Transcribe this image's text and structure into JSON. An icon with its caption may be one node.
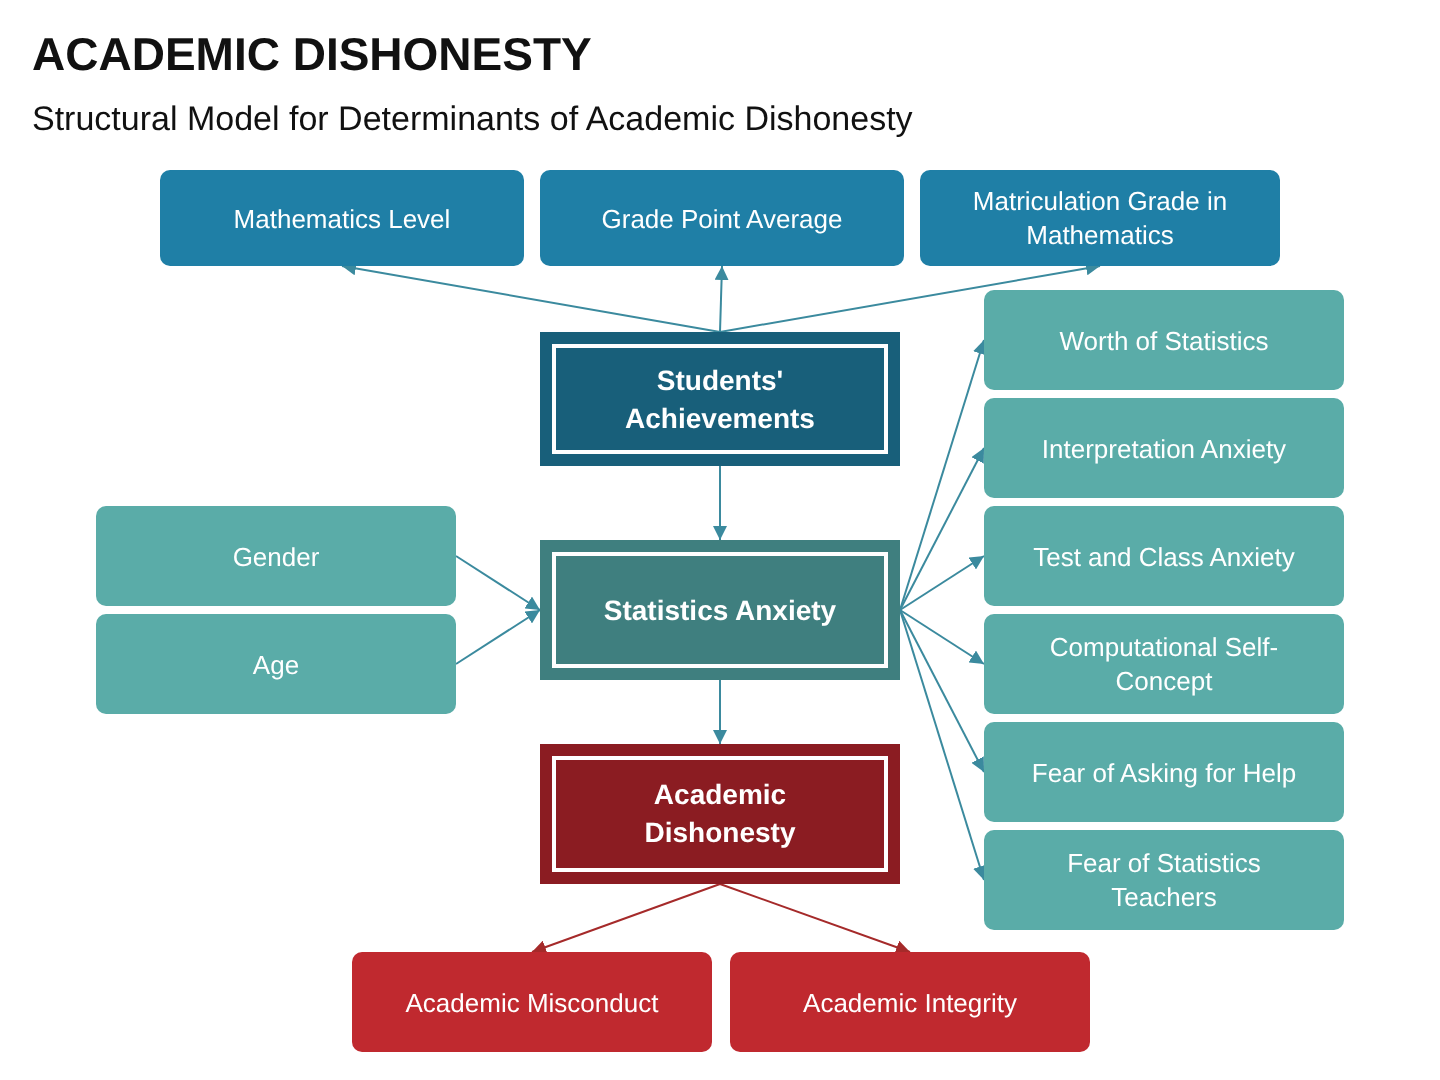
{
  "diagram": {
    "title": "ACADEMIC DISHONESTY",
    "caption": "Structural Model for Determinants of Academic Dishonesty",
    "nodes": [
      {
        "text": [
          "Mathematics Level"
        ]
      },
      {
        "text": [
          "Grade Point Average"
        ]
      },
      {
        "text": [
          "Matriculation Grade in Mathematics"
        ]
      },
      {
        "text": [
          "Students' Achievements"
        ]
      },
      {
        "text": [
          "Gender"
        ]
      },
      {
        "text": [
          "Age"
        ]
      },
      {
        "text": [
          "Statistics Anxiety"
        ]
      },
      {
        "text": [
          "Worth of Statistics"
        ]
      },
      {
        "text": [
          "Interpretation Anxiety"
        ]
      },
      {
        "text": [
          "Test and Class Anxiety"
        ]
      },
      {
        "text": [
          "Computational Self-Concept"
        ]
      },
      {
        "text": [
          "Fear of Asking for Help"
        ]
      },
      {
        "text": [
          "Fear of Statistics Teachers"
        ]
      },
      {
        "text": [
          "Academic Dishonesty"
        ]
      },
      {
        "text": [
          "Academic Misconduct"
        ]
      },
      {
        "text": [
          "Academic Integrity"
        ]
      }
    ],
    "edges": [
      {
        "from": 3,
        "to": 0,
        "arrow": "to"
      },
      {
        "from": 3,
        "to": 1,
        "arrow": "to"
      },
      {
        "from": 3,
        "to": 2,
        "arrow": "to"
      },
      {
        "from": 3,
        "to": 6,
        "arrow": "to"
      },
      {
        "from": 4,
        "to": 6,
        "arrow": "to"
      },
      {
        "from": 5,
        "to": 6,
        "arrow": "to"
      },
      {
        "from": 6,
        "to": 7,
        "arrow": "to"
      },
      {
        "from": 6,
        "to": 8,
        "arrow": "to"
      },
      {
        "from": 6,
        "to": 9,
        "arrow": "to"
      },
      {
        "from": 6,
        "to": 10,
        "arrow": "to"
      },
      {
        "from": 6,
        "to": 11,
        "arrow": "to"
      },
      {
        "from": 6,
        "to": 12,
        "arrow": "to"
      },
      {
        "from": 6,
        "to": 13,
        "arrow": "to"
      },
      {
        "from": 13,
        "to": 14,
        "arrow": "to",
        "color": "#a52a2a"
      },
      {
        "from": 13,
        "to": 15,
        "arrow": "to",
        "color": "#a52a2a"
      }
    ]
  }
}
